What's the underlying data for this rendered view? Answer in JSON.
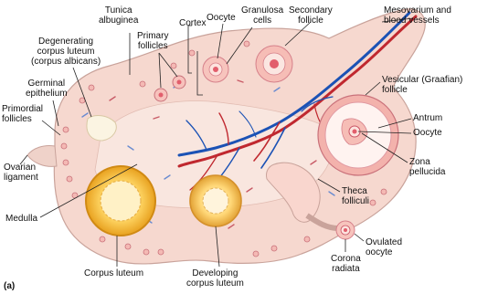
{
  "figure": {
    "panel_label": "(a)",
    "labels": {
      "tunica_albuginea": "Tunica\nalbuginea",
      "degenerating_corpus_luteum": "Degenerating\ncorpus luteum\n(corpus albicans)",
      "germinal_epithelium": "Germinal\nepithelium",
      "primordial_follicles": "Primordial\nfollicles",
      "ovarian_ligament": "Ovarian\nligament",
      "medulla": "Medulla",
      "primary_follicles": "Primary\nfollicles",
      "cortex": "Cortex",
      "oocyte_top": "Oocyte",
      "granulosa_cells": "Granulosa\ncells",
      "secondary_follicle": "Secondary\nfollicle",
      "mesovarium": "Mesovarium and\nblood vessels",
      "vesicular_follicle": "Vesicular (Graafian)\nfollicle",
      "antrum": "Antrum",
      "oocyte_right": "Oocyte",
      "zona_pellucida": "Zona\npellucida",
      "theca_folliculi": "Theca\nfolliculi",
      "ovulated_oocyte": "Ovulated\noocyte",
      "corona_radiata": "Corona\nradiata",
      "corpus_luteum": "Corpus luteum",
      "developing_corpus_luteum": "Developing\ncorpus luteum"
    }
  }
}
